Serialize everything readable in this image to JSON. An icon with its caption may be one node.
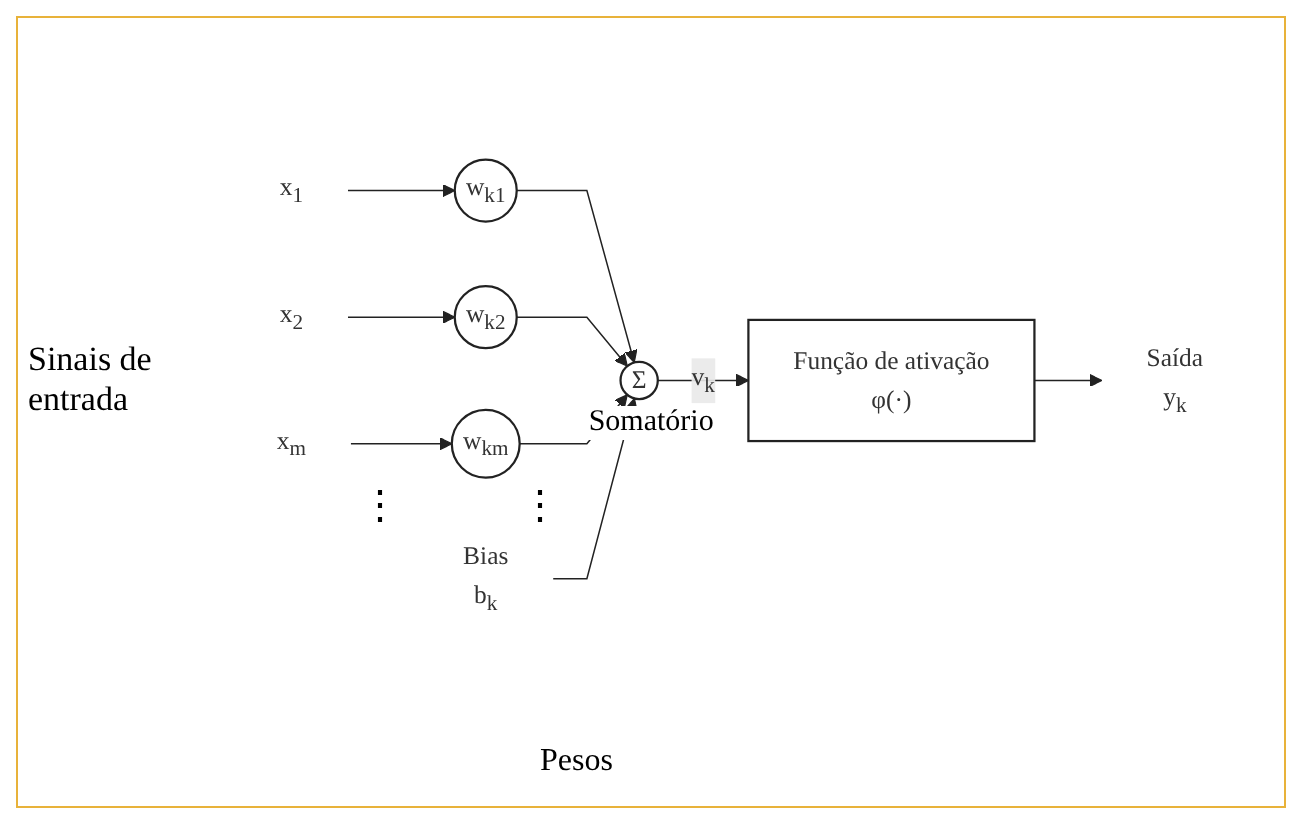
{
  "diagram": {
    "nodes": [
      {
        "text": [
          "x$_{1}$"
        ]
      },
      {
        "text": [
          "w$_{k1}$"
        ]
      },
      {
        "text": [
          "x$_{2}$"
        ]
      },
      {
        "text": [
          "w$_{k2}$"
        ]
      },
      {
        "text": [
          "x$_{m}$"
        ]
      },
      {
        "text": [
          "w$_{km}$"
        ]
      },
      {
        "text": [
          "Bias",
          "b$_{k}$"
        ]
      },
      {
        "text": [
          "Σ"
        ],
        "beside": [
          "Somatório"
        ]
      },
      {
        "text": [
          "Função de ativação",
          "φ(·)"
        ]
      },
      {
        "text": [
          "Saída",
          "y$_{k}$"
        ]
      }
    ],
    "edges": [
      {
        "from": 0,
        "to": 1,
        "arrow": "to"
      },
      {
        "from": 2,
        "to": 3,
        "arrow": "to"
      },
      {
        "from": 4,
        "to": 5,
        "arrow": "to"
      },
      {
        "from": 1,
        "to": 7,
        "arrow": "to"
      },
      {
        "from": 3,
        "to": 7,
        "arrow": "to"
      },
      {
        "from": 5,
        "to": 7,
        "arrow": "to"
      },
      {
        "from": 6,
        "to": 7,
        "arrow": "to"
      },
      {
        "from": 7,
        "to": 8,
        "arrow": "to",
        "label": "v$_{k}$"
      },
      {
        "from": 8,
        "to": 9,
        "arrow": "to"
      }
    ],
    "labels": [
      "Sinais de entrada",
      "⋮",
      "⋮",
      "Pesos"
    ]
  }
}
